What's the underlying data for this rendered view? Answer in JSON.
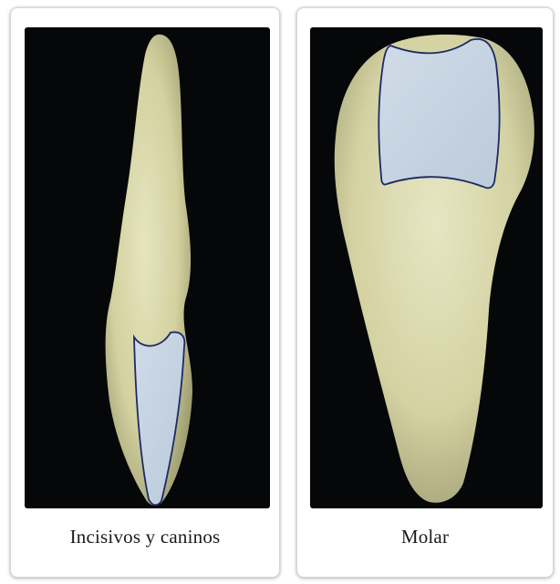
{
  "panels": [
    {
      "caption": "Incisivos y caninos",
      "tooth_type": "incisor-canine",
      "photo_background": "#060708",
      "tooth_color": "#d9d7a8",
      "region_fill": "#c7d6e6",
      "region_outline": "#1d2a66"
    },
    {
      "caption": "Molar",
      "tooth_type": "molar",
      "photo_background": "#060708",
      "tooth_color": "#d9d7a8",
      "region_fill": "#c7d6e6",
      "region_outline": "#1d2a66"
    }
  ]
}
